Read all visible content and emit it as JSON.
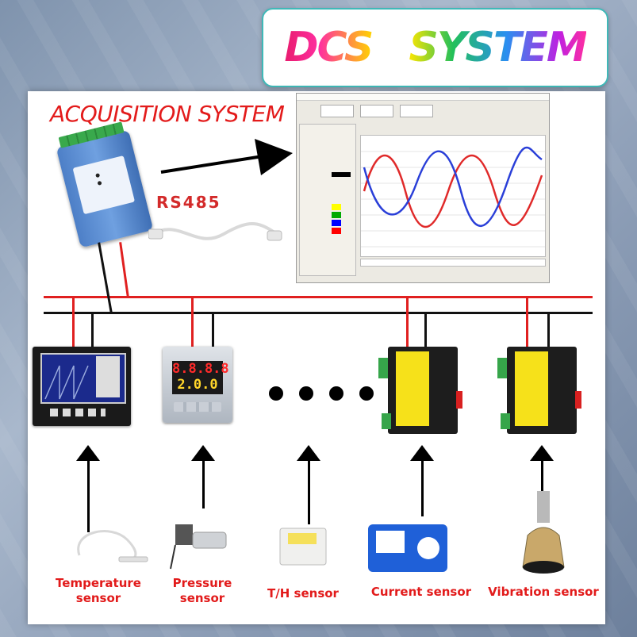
{
  "title": {
    "part1": "DCS",
    "part2": "SYSTEM"
  },
  "acquisition_title": "ACQUISITION SYSTEM",
  "rs485_label": "RS485",
  "controller_display": {
    "pv": "8.8.8.8",
    "sv": "2.0.0"
  },
  "sensors": [
    {
      "label_line1": "Temperature",
      "label_line2": "sensor"
    },
    {
      "label_line1": "Pressure",
      "label_line2": "sensor"
    },
    {
      "label_line1": "T/H sensor",
      "label_line2": ""
    },
    {
      "label_line1": "Current sensor",
      "label_line2": ""
    },
    {
      "label_line1": "Vibration sensor",
      "label_line2": ""
    }
  ],
  "colors": {
    "bus_red": "#e02020",
    "bus_black": "#111111",
    "accent_red": "#e31b1b",
    "title_border": "#3fb9b8",
    "module_yellow": "#f6e11a"
  }
}
